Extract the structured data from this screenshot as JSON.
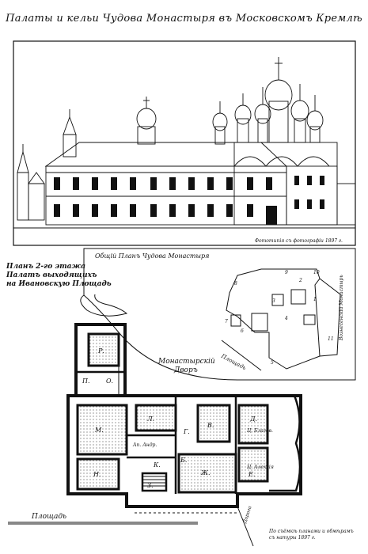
{
  "title": "Палаты и кельи Чудова Монастыря въ Московскомъ Кремлѣ",
  "facade_credit": "Фототипія съ фотографіи 1897 г.",
  "general_plan": {
    "title": "Общій Планъ Чудова Монастыря",
    "square_label": "Площадь",
    "side_label": "Вознесенскій Монастырь",
    "numbers": [
      "1",
      "2",
      "3",
      "4",
      "5",
      "6",
      "7",
      "8",
      "9",
      "10",
      "11"
    ]
  },
  "floor_plan": {
    "caption_lines": [
      "Планъ 2-го этажа",
      "Палатъ выходящихъ",
      "на Ивановскую Площадь"
    ],
    "courtyard_lines": [
      "Монастырскій",
      "Дворъ"
    ],
    "square_label": "Площадь",
    "bottom_note_lines": [
      "По съёмкѣ планами и обмѣрамъ",
      "съ натуры 1897 г."
    ],
    "road_label": "Дорога",
    "rooms": [
      "Р.",
      "П.",
      "О.",
      "М.",
      "Н.",
      "Л.",
      "К.",
      "Ж.",
      "Е.",
      "В.",
      "Д.",
      "Г.",
      "З.",
      "Б."
    ],
    "room_notes": [
      "Ап. Андр.",
      "Ц. Благов.",
      "Ц. Алексія"
    ]
  }
}
